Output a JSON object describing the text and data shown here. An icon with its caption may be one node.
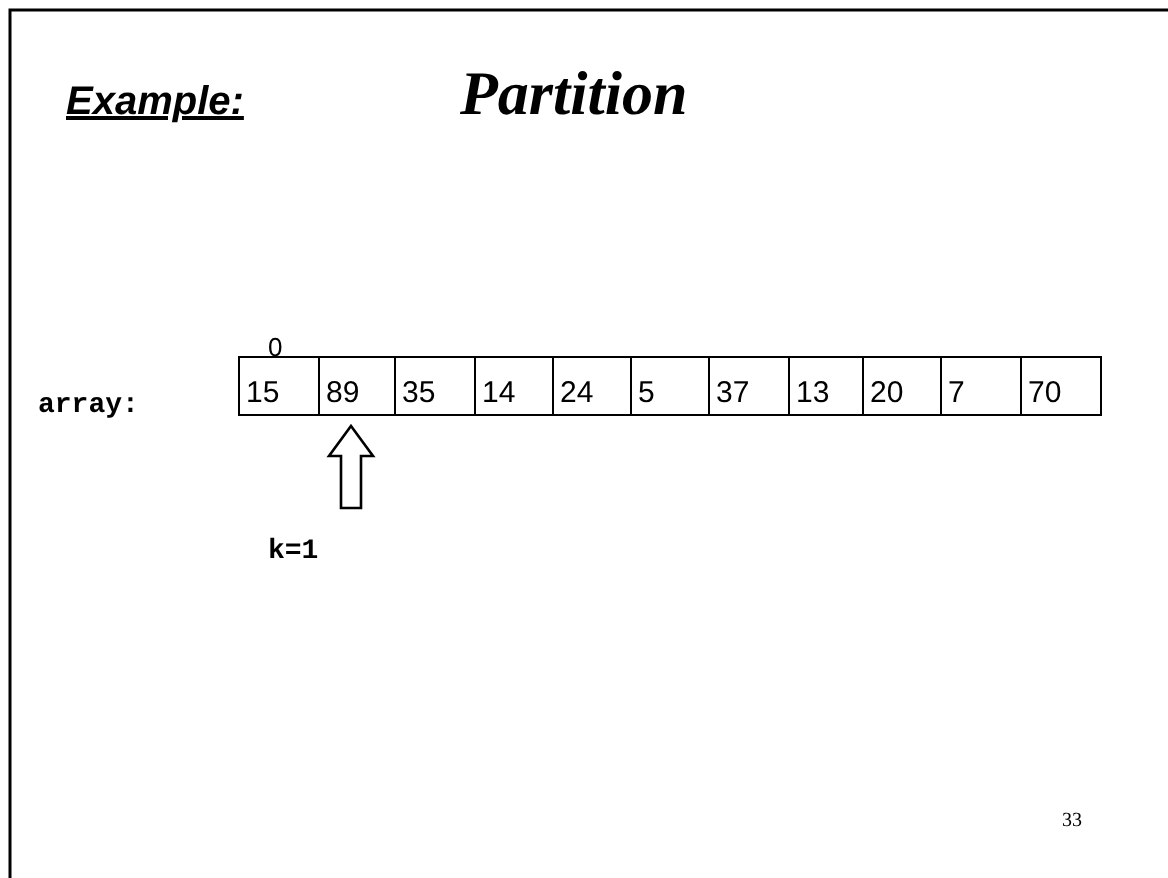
{
  "diagram": {
    "title": "Partition",
    "nodes": [
      {
        "text": [
          "15"
        ]
      },
      {
        "text": [
          "89"
        ]
      },
      {
        "text": [
          "35"
        ]
      },
      {
        "text": [
          "14"
        ]
      },
      {
        "text": [
          "24"
        ]
      },
      {
        "text": [
          "5"
        ]
      },
      {
        "text": [
          "37"
        ]
      },
      {
        "text": [
          "13"
        ]
      },
      {
        "text": [
          "20"
        ]
      },
      {
        "text": [
          "7"
        ]
      },
      {
        "text": [
          "70"
        ]
      },
      {
        "text": [
          "k=1"
        ]
      }
    ],
    "edges": [
      {
        "from": 11,
        "to": 1,
        "arrow": "to"
      }
    ],
    "labels": [
      "Example:",
      "0",
      "array:",
      "33"
    ]
  }
}
